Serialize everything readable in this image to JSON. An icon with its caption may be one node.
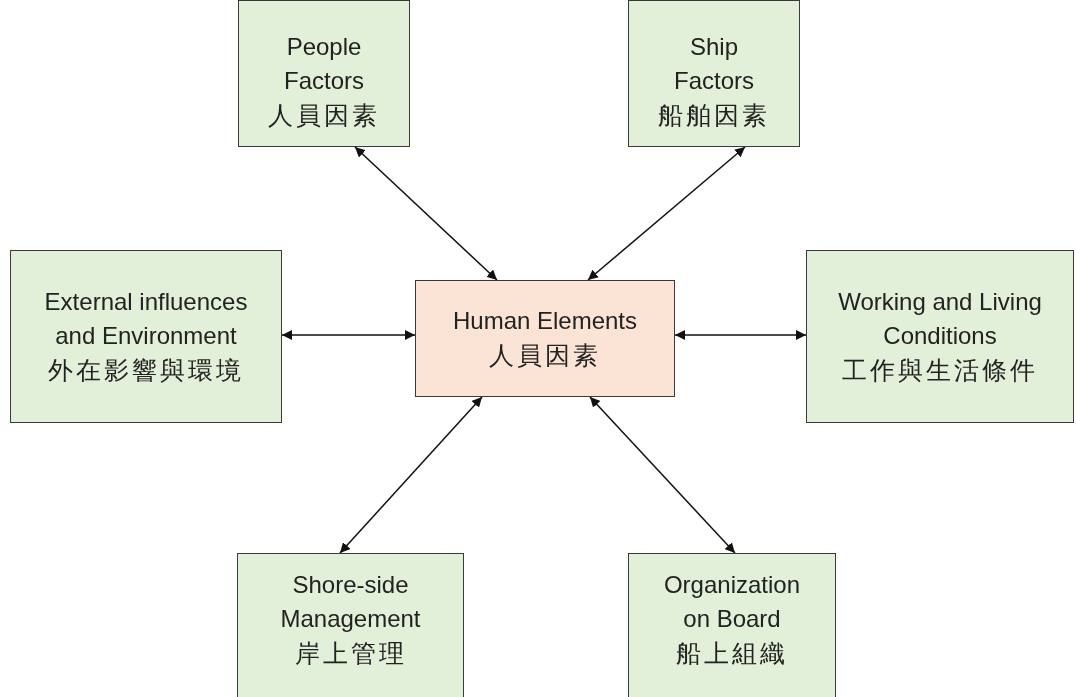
{
  "diagram": {
    "nodes": [
      {
        "text": [
          "People Factors",
          "人員因素"
        ]
      },
      {
        "text": [
          "Ship Factors",
          "船舶因素"
        ]
      },
      {
        "text": [
          "External influences and Environment",
          "外在影響與環境"
        ]
      },
      {
        "text": [
          "Human Elements",
          "人員因素"
        ]
      },
      {
        "text": [
          "Working and Living Conditions",
          "工作與生活條件"
        ]
      },
      {
        "text": [
          "Shore-side Management",
          "岸上管理"
        ]
      },
      {
        "text": [
          "Organization on Board",
          "船上組織"
        ]
      }
    ],
    "edges": [
      {
        "from": 3,
        "to": 0,
        "arrow": "both"
      },
      {
        "from": 3,
        "to": 1,
        "arrow": "both"
      },
      {
        "from": 3,
        "to": 2,
        "arrow": "both"
      },
      {
        "from": 3,
        "to": 4,
        "arrow": "both"
      },
      {
        "from": 3,
        "to": 5,
        "arrow": "both"
      },
      {
        "from": 3,
        "to": 6,
        "arrow": "both"
      }
    ]
  }
}
